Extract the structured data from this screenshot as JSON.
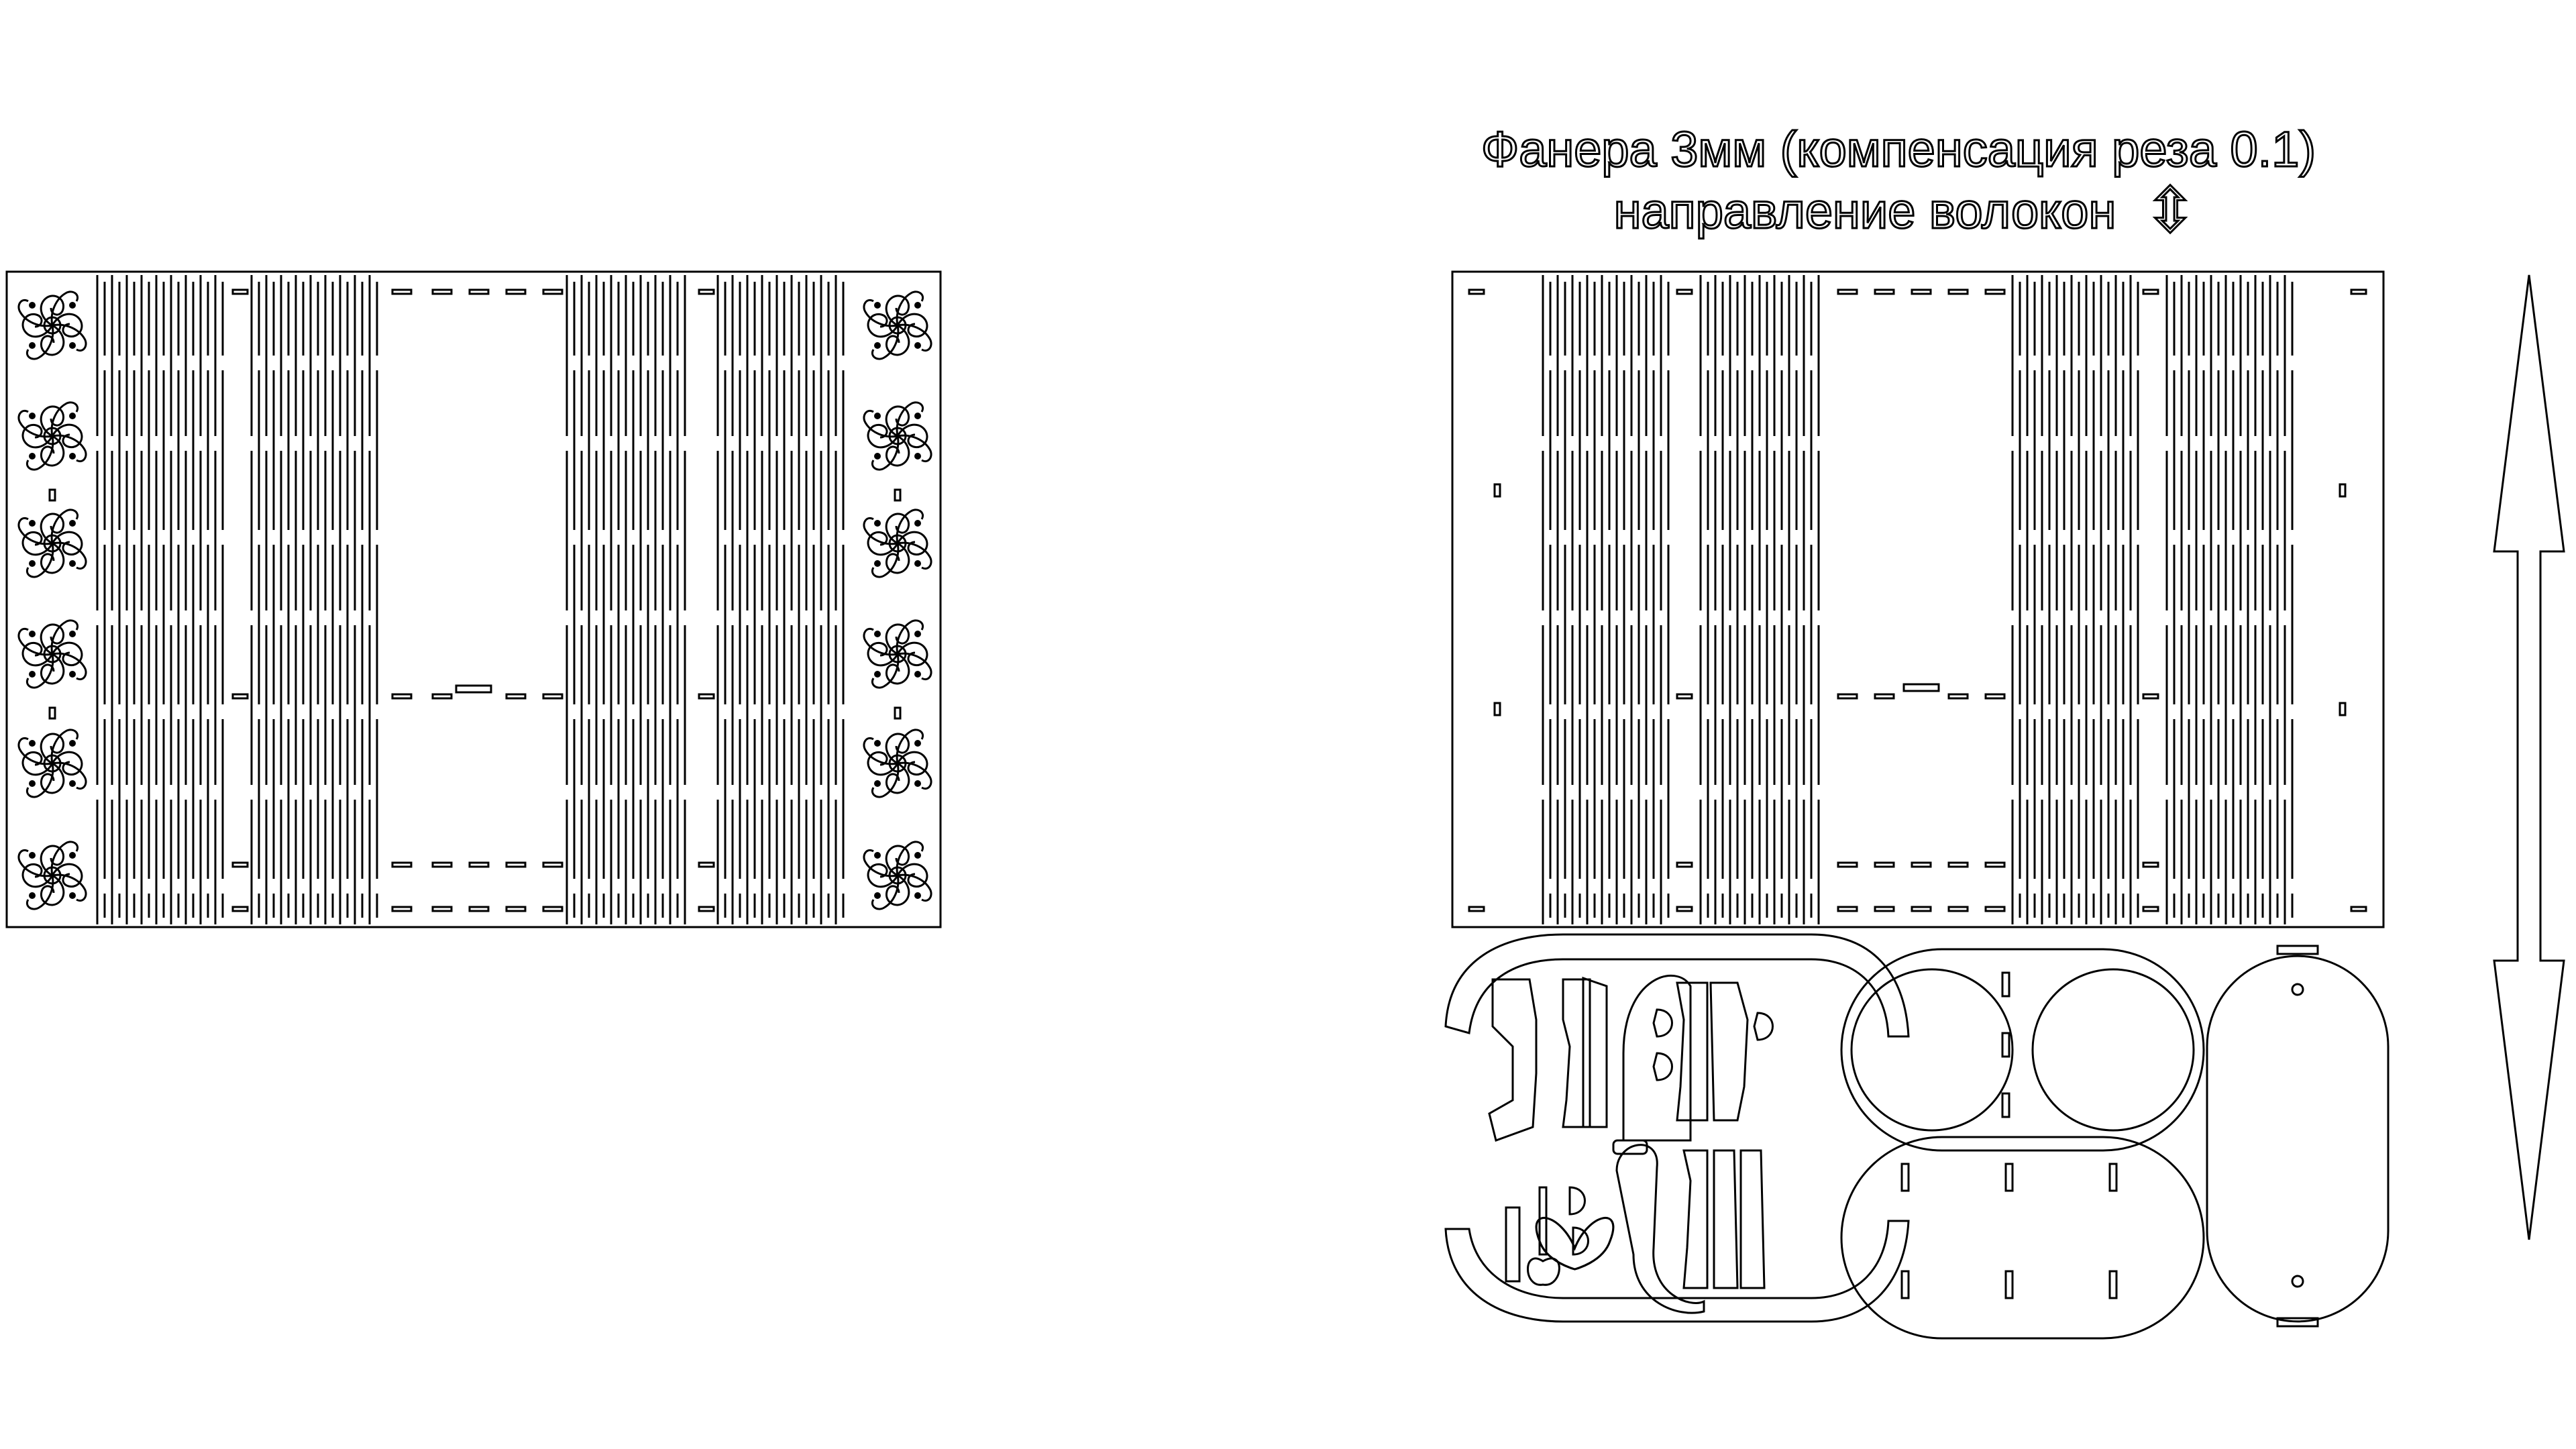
{
  "title": {
    "line1": "Фанера 3мм (компенсация реза 0.1)",
    "line2": "направление волокон",
    "line2_symbol": "⇳"
  },
  "colors": {
    "line": "#000000",
    "background": "#ffffff"
  },
  "left_panel": {
    "ornament_icon": "ornament-flourish-icon",
    "ornament_count_per_side": 6
  },
  "right_panel": {
    "grain_arrow_icon": "double-arrow-icon"
  }
}
